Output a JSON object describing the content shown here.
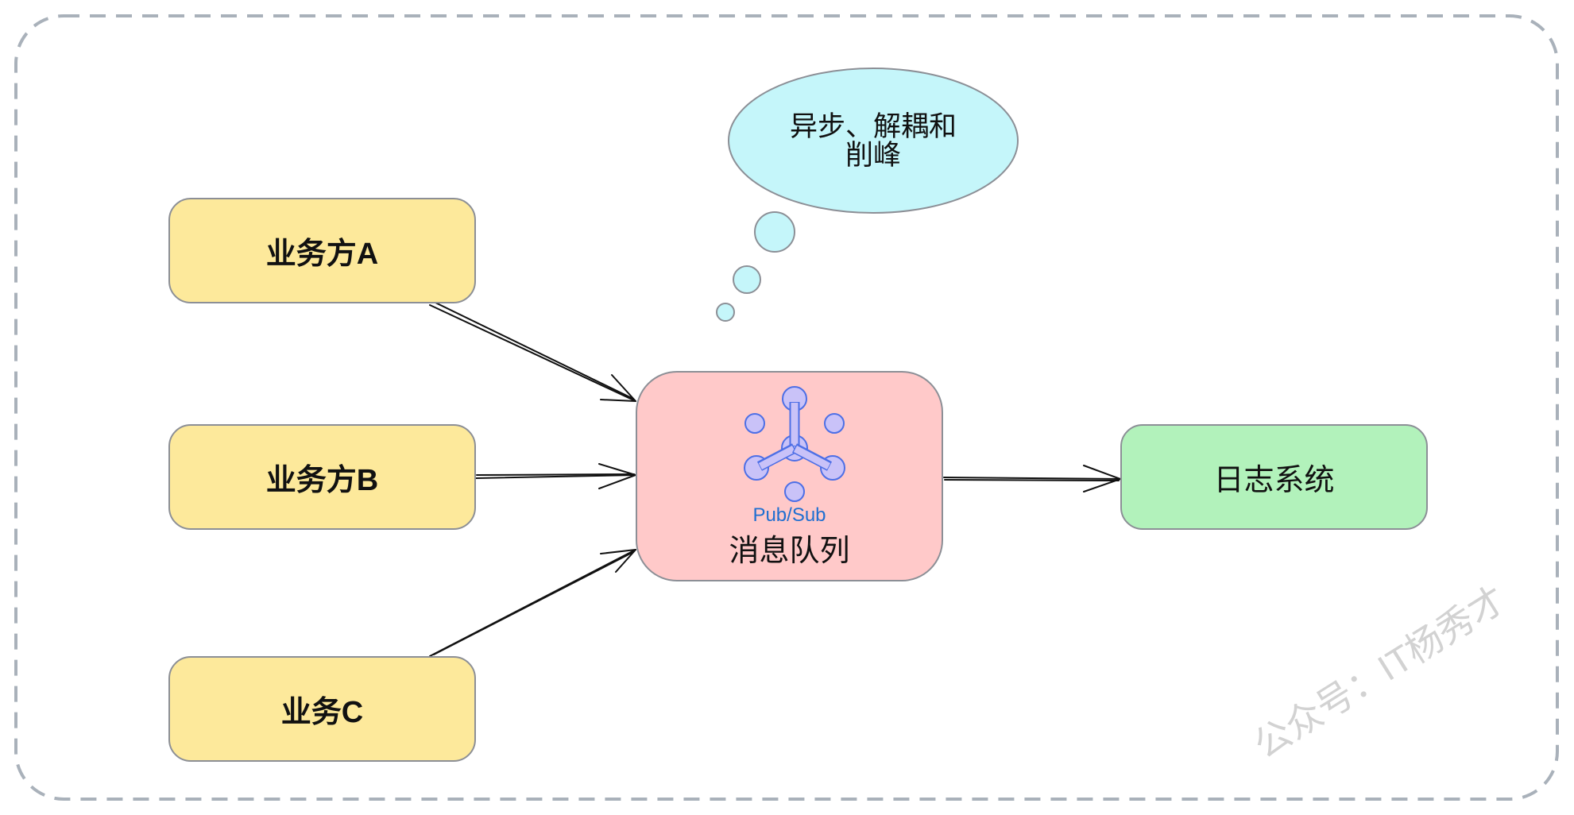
{
  "nodes": {
    "producer_a": {
      "label": "业务方A"
    },
    "producer_b": {
      "label": "业务方B"
    },
    "producer_c": {
      "label": "业务C"
    },
    "queue": {
      "label": "消息队列",
      "icon_caption": "Pub/Sub",
      "icon": "pub-sub-icon"
    },
    "log_system": {
      "label": "日志系统"
    }
  },
  "thought_bubble": {
    "lines": [
      "异步、解耦和",
      "削峰"
    ]
  },
  "watermark": {
    "text": "公众号：IT杨秀才"
  },
  "colors": {
    "producer": "#fde99b",
    "queue": "#ffc9c9",
    "log_system": "#b2f2bb",
    "bubble": "#c5f6fa",
    "icon_fill": "#c9c2f8",
    "icon_stroke": "#4d6fe6",
    "caption": "#1f6fd1",
    "frame": "#a9b1ba",
    "node_border": "#8c8f96"
  }
}
